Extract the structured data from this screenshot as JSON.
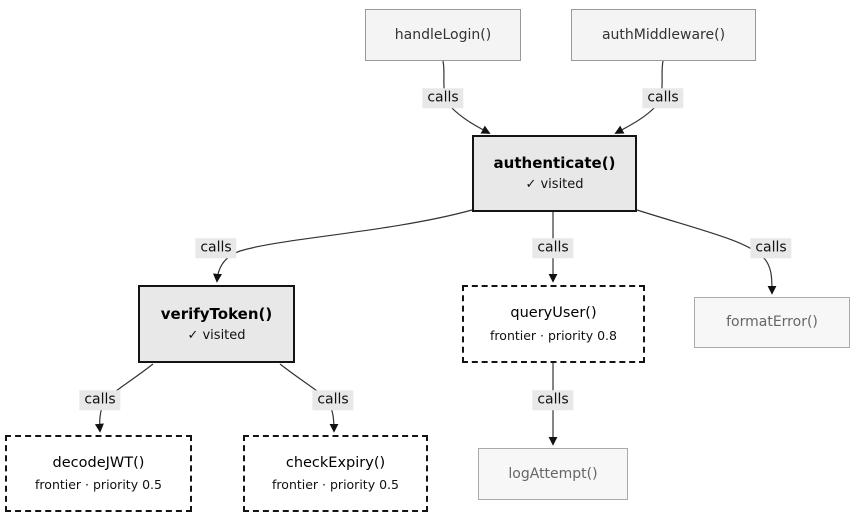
{
  "diagram": {
    "type": "call-graph",
    "nodes": [
      {
        "id": "handleLogin",
        "label": "handleLogin()",
        "kind": "source"
      },
      {
        "id": "authMiddleware",
        "label": "authMiddleware()",
        "kind": "source"
      },
      {
        "id": "authenticate",
        "label": "authenticate()",
        "status": "✓ visited",
        "kind": "visited"
      },
      {
        "id": "verifyToken",
        "label": "verifyToken()",
        "status": "✓ visited",
        "kind": "visited"
      },
      {
        "id": "queryUser",
        "label": "queryUser()",
        "status": "frontier · priority 0.8",
        "kind": "frontier"
      },
      {
        "id": "formatError",
        "label": "formatError()",
        "kind": "leaf"
      },
      {
        "id": "decodeJWT",
        "label": "decodeJWT()",
        "status": "frontier · priority 0.5",
        "kind": "frontier"
      },
      {
        "id": "checkExpiry",
        "label": "checkExpiry()",
        "status": "frontier · priority 0.5",
        "kind": "frontier"
      },
      {
        "id": "logAttempt",
        "label": "logAttempt()",
        "kind": "leaf"
      }
    ],
    "edges": [
      {
        "from": "handleLogin",
        "to": "authenticate",
        "label": "calls"
      },
      {
        "from": "authMiddleware",
        "to": "authenticate",
        "label": "calls"
      },
      {
        "from": "authenticate",
        "to": "verifyToken",
        "label": "calls"
      },
      {
        "from": "authenticate",
        "to": "queryUser",
        "label": "calls"
      },
      {
        "from": "authenticate",
        "to": "formatError",
        "label": "calls"
      },
      {
        "from": "verifyToken",
        "to": "decodeJWT",
        "label": "calls"
      },
      {
        "from": "verifyToken",
        "to": "checkExpiry",
        "label": "calls"
      },
      {
        "from": "queryUser",
        "to": "logAttempt",
        "label": "calls"
      }
    ],
    "colors": {
      "visited_fill": "#e8e8e8",
      "visited_border": "#141414",
      "frontier_fill": "#ffffff",
      "frontier_border": "#141414",
      "source_fill": "#f4f4f4",
      "source_border": "#999999",
      "leaf_fill": "#f7f7f7",
      "leaf_border": "#aaaaaa",
      "leaf_text": "#666666",
      "edge_stroke": "#333333",
      "edge_label_bg": "#e8e8e8"
    }
  }
}
